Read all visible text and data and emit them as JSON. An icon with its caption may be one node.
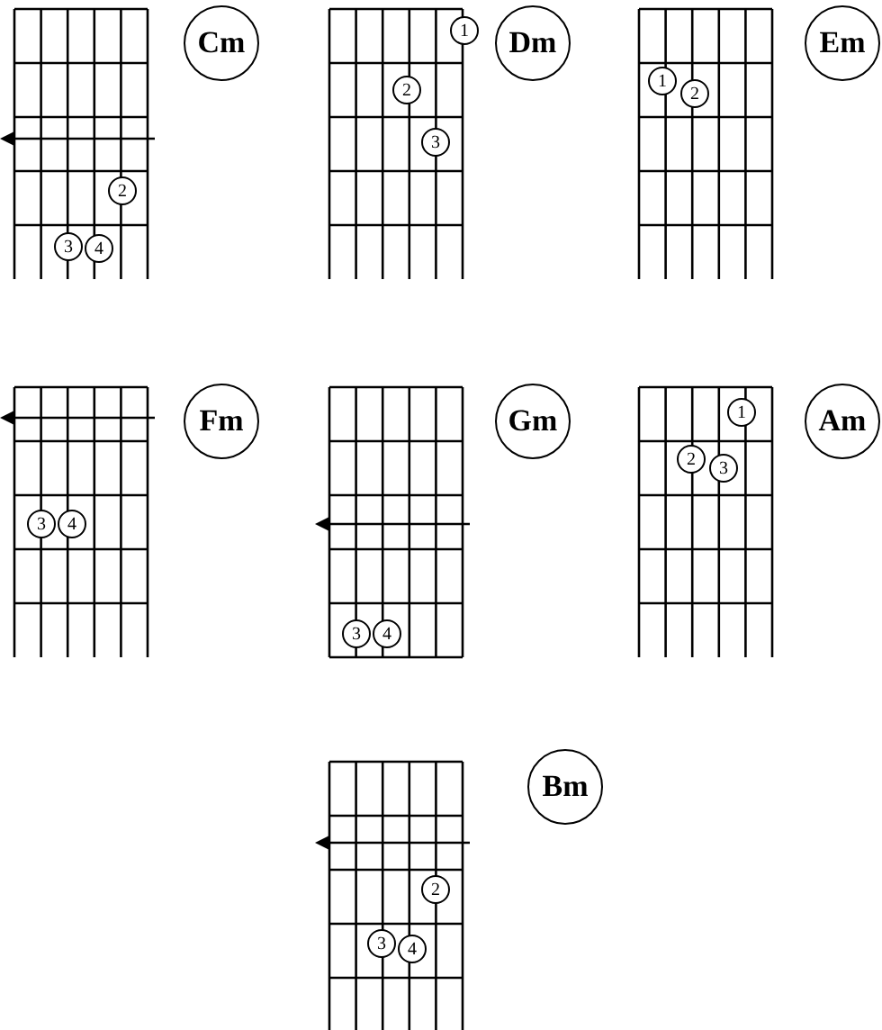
{
  "diagram": {
    "nodes": [
      {
        "text": [
          "Cm"
        ]
      },
      {
        "text": [
          "2"
        ]
      },
      {
        "text": [
          "3"
        ]
      },
      {
        "text": [
          "4"
        ]
      },
      {
        "text": [
          "Dm"
        ]
      },
      {
        "text": [
          "1"
        ]
      },
      {
        "text": [
          "2"
        ]
      },
      {
        "text": [
          "3"
        ]
      },
      {
        "text": [
          "Em"
        ]
      },
      {
        "text": [
          "1"
        ]
      },
      {
        "text": [
          "2"
        ]
      },
      {
        "text": [
          "Fm"
        ]
      },
      {
        "text": [
          "3"
        ]
      },
      {
        "text": [
          "4"
        ]
      },
      {
        "text": [
          "Gm"
        ]
      },
      {
        "text": [
          "3"
        ]
      },
      {
        "text": [
          "4"
        ]
      },
      {
        "text": [
          "Am"
        ]
      },
      {
        "text": [
          "1"
        ]
      },
      {
        "text": [
          "2"
        ]
      },
      {
        "text": [
          "3"
        ]
      },
      {
        "text": [
          "Bm"
        ]
      },
      {
        "text": [
          "2"
        ]
      },
      {
        "text": [
          "3"
        ]
      },
      {
        "text": [
          "4"
        ]
      }
    ]
  }
}
